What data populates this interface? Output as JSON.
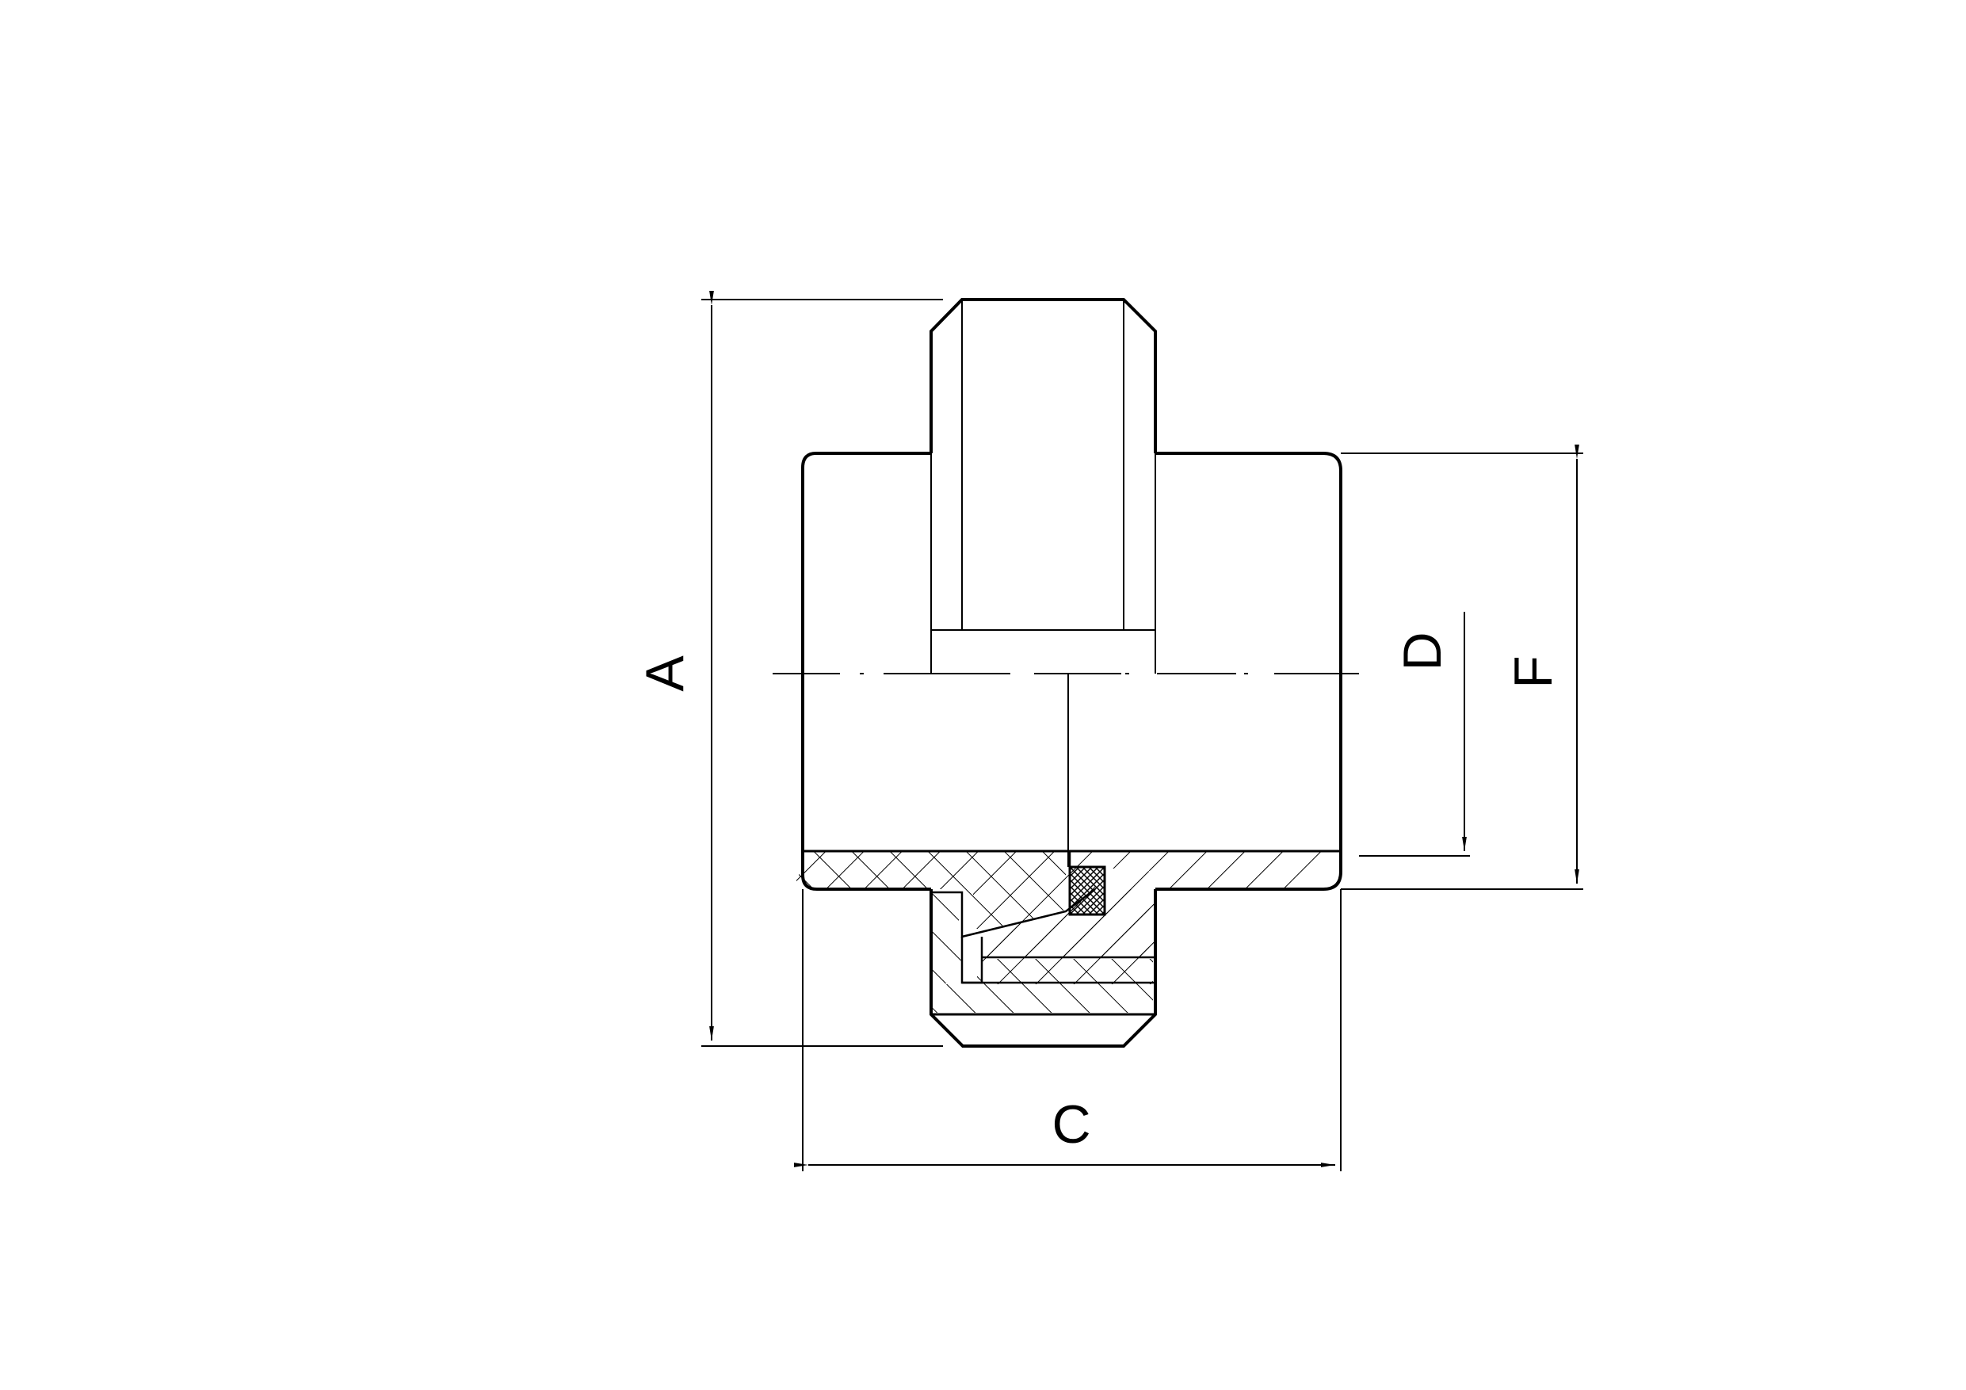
{
  "drawing": {
    "dimensions": {
      "a": "A",
      "c": "C",
      "d": "D",
      "f": "F"
    },
    "colors": {
      "line": "#000000",
      "background": "#ffffff"
    }
  }
}
